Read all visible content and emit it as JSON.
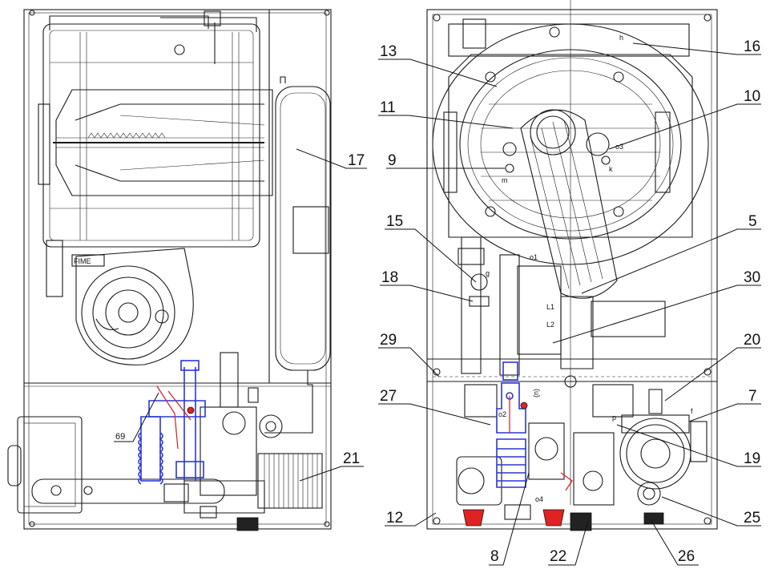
{
  "diagram": {
    "callouts": [
      {
        "id": "c13",
        "text": "13"
      },
      {
        "id": "c16",
        "text": "16"
      },
      {
        "id": "c11",
        "text": "11"
      },
      {
        "id": "c10",
        "text": "10"
      },
      {
        "id": "c9",
        "text": "9"
      },
      {
        "id": "c17",
        "text": "17"
      },
      {
        "id": "c15",
        "text": "15"
      },
      {
        "id": "c5",
        "text": "5"
      },
      {
        "id": "c18",
        "text": "18"
      },
      {
        "id": "c30",
        "text": "30"
      },
      {
        "id": "c29",
        "text": "29"
      },
      {
        "id": "c20",
        "text": "20"
      },
      {
        "id": "c27",
        "text": "27"
      },
      {
        "id": "c7",
        "text": "7"
      },
      {
        "id": "c69",
        "text": "69"
      },
      {
        "id": "c19",
        "text": "19"
      },
      {
        "id": "c21",
        "text": "21"
      },
      {
        "id": "c12",
        "text": "12"
      },
      {
        "id": "c25",
        "text": "25"
      },
      {
        "id": "c8",
        "text": "8"
      },
      {
        "id": "c22",
        "text": "22"
      },
      {
        "id": "c26",
        "text": "26"
      }
    ],
    "small_labels": {
      "h": "h",
      "o1": "o1",
      "o3": "o3",
      "k": "k",
      "m": "m",
      "g": "g",
      "L1": "L1",
      "L2": "L2",
      "p": "p",
      "f": "f",
      "o2": "o2",
      "o4": "o4",
      "n": "(n)",
      "brand": "FIME"
    }
  }
}
